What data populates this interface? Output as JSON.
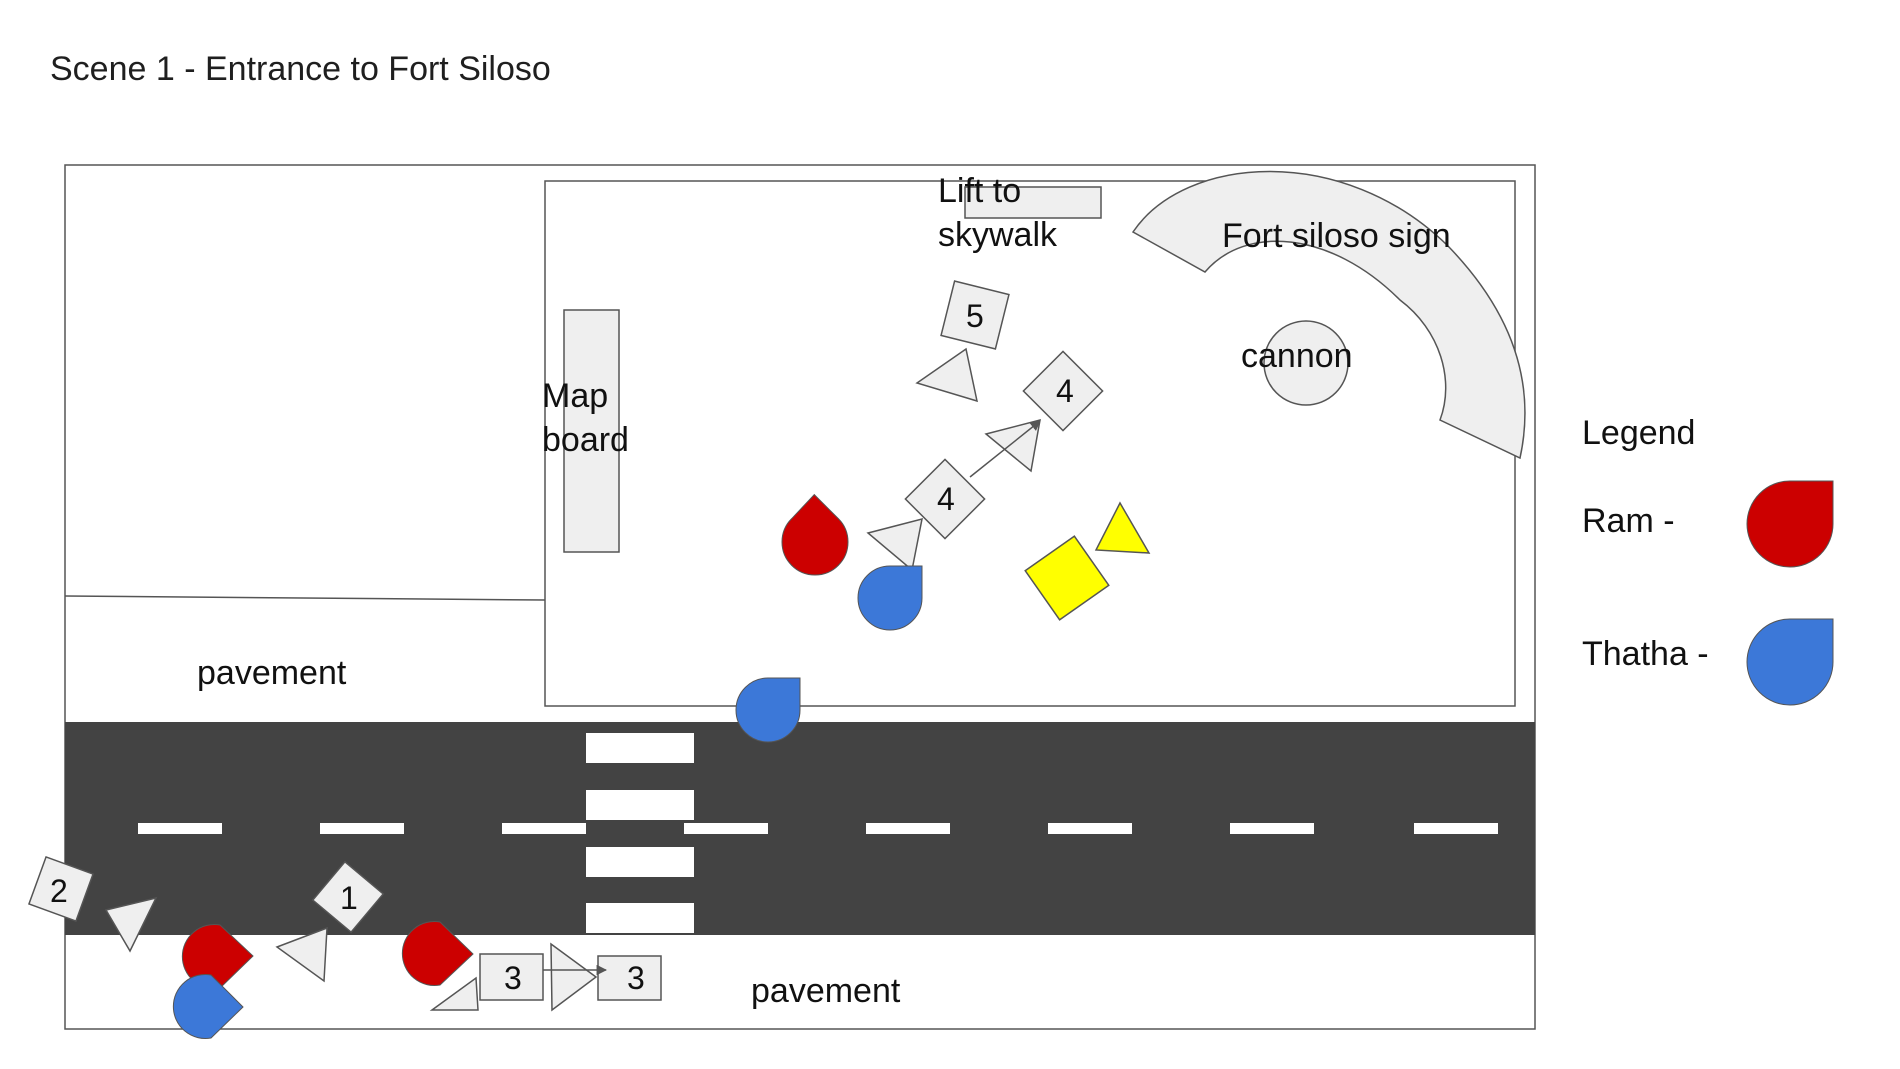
{
  "title": "Scene 1 - Entrance to Fort Siloso",
  "labels": {
    "lift": [
      "Lift to",
      "skywalk"
    ],
    "sign": "Fort siloso sign",
    "cannon": "cannon",
    "map": [
      "Map",
      "board"
    ],
    "pavement_top": "pavement",
    "pavement_bottom": "pavement"
  },
  "legend": {
    "title": "Legend",
    "items": [
      {
        "name": "Ram -",
        "color": "#cc0000"
      },
      {
        "name": "Thatha -",
        "color": "#3c78d8"
      }
    ]
  },
  "camera_numbers": [
    "1",
    "2",
    "3",
    "3",
    "4",
    "4",
    "5"
  ],
  "colors": {
    "road": "#434343",
    "shape_fill": "#efefef",
    "yellow_camera": "#ffff00",
    "ram": "#cc0000",
    "thatha": "#3c78d8"
  }
}
